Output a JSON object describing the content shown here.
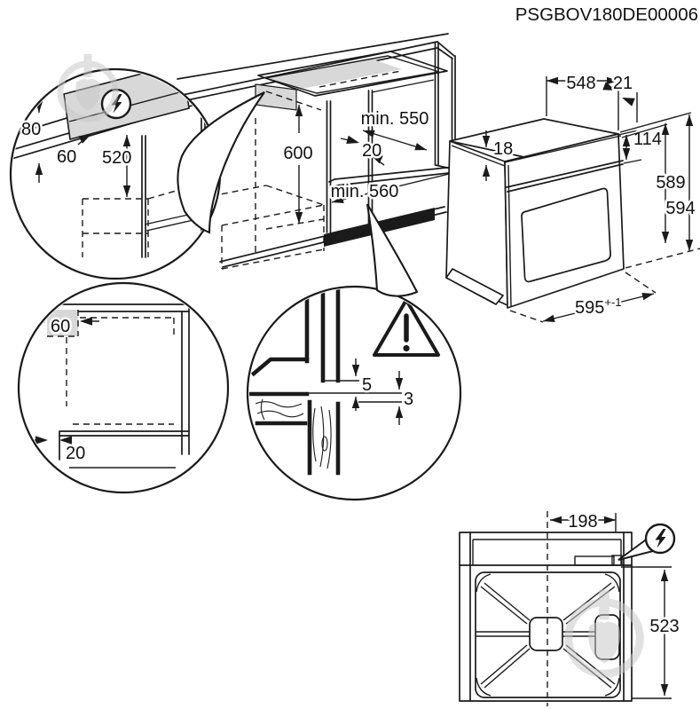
{
  "title_code": "PSGBOV180DE00006",
  "colors": {
    "line": "#1a1a1a",
    "shade": "#d8d8d8",
    "watermark_gray": "#c9c9c9"
  },
  "icons": {
    "power": "lightning-bolt-icon",
    "warning": "warning-triangle-icon",
    "watermark": "store-logo-watermark"
  },
  "labels": {
    "detail_electrical": {
      "dim_80": "80",
      "dim_60": "60",
      "dim_520": "520"
    },
    "cabinet": {
      "min_550": "min. 550",
      "dim_600": "600",
      "dim_20": "20",
      "min_560": "min. 560"
    },
    "oven": {
      "dim_548": "548",
      "dim_21": "21",
      "dim_114": "114",
      "dim_18": "18",
      "dim_589": "589",
      "dim_594": "594",
      "dim_595": "595",
      "tol_595": "+-1"
    },
    "detail_side": {
      "dim_60": "60",
      "dim_20": "20"
    },
    "detail_gap": {
      "dim_5": "5",
      "dim_3": "3"
    },
    "rear": {
      "dim_198": "198",
      "dim_523": "523"
    }
  }
}
